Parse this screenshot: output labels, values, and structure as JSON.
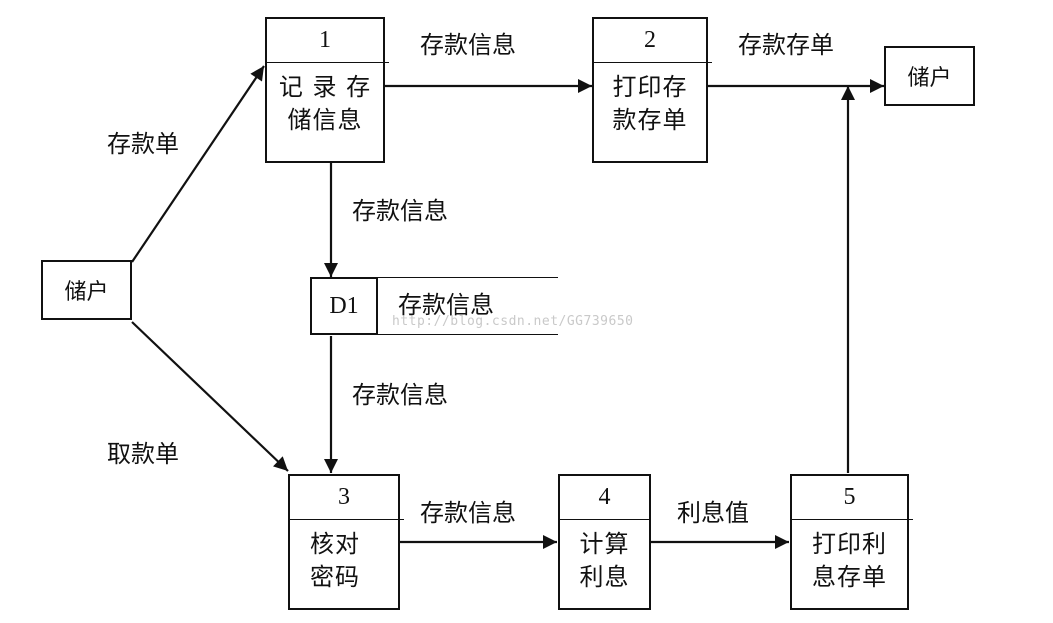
{
  "external_entities": {
    "left": "储户",
    "right": "储户"
  },
  "processes": [
    {
      "number": "1",
      "line1": "记 录 存",
      "line2": "储信息"
    },
    {
      "number": "2",
      "line1": "打印存",
      "line2": "款存单"
    },
    {
      "number": "3",
      "line1": "核对",
      "line2": "密码"
    },
    {
      "number": "4",
      "line1": "计算",
      "line2": "利息"
    },
    {
      "number": "5",
      "line1": "打印利",
      "line2": "息存单"
    }
  ],
  "data_store": {
    "id": "D1",
    "name": "存款信息"
  },
  "flows": {
    "customer_to_p1": "存款单",
    "customer_to_p3": "取款单",
    "p1_to_p2": "存款信息",
    "p2_to_customer": "存款存单",
    "p1_to_d1": "存款信息",
    "d1_to_p3": "存款信息",
    "p3_to_p4": "存款信息",
    "p4_to_p5": "利息值"
  },
  "watermark": "http://blog.csdn.net/GG739650"
}
